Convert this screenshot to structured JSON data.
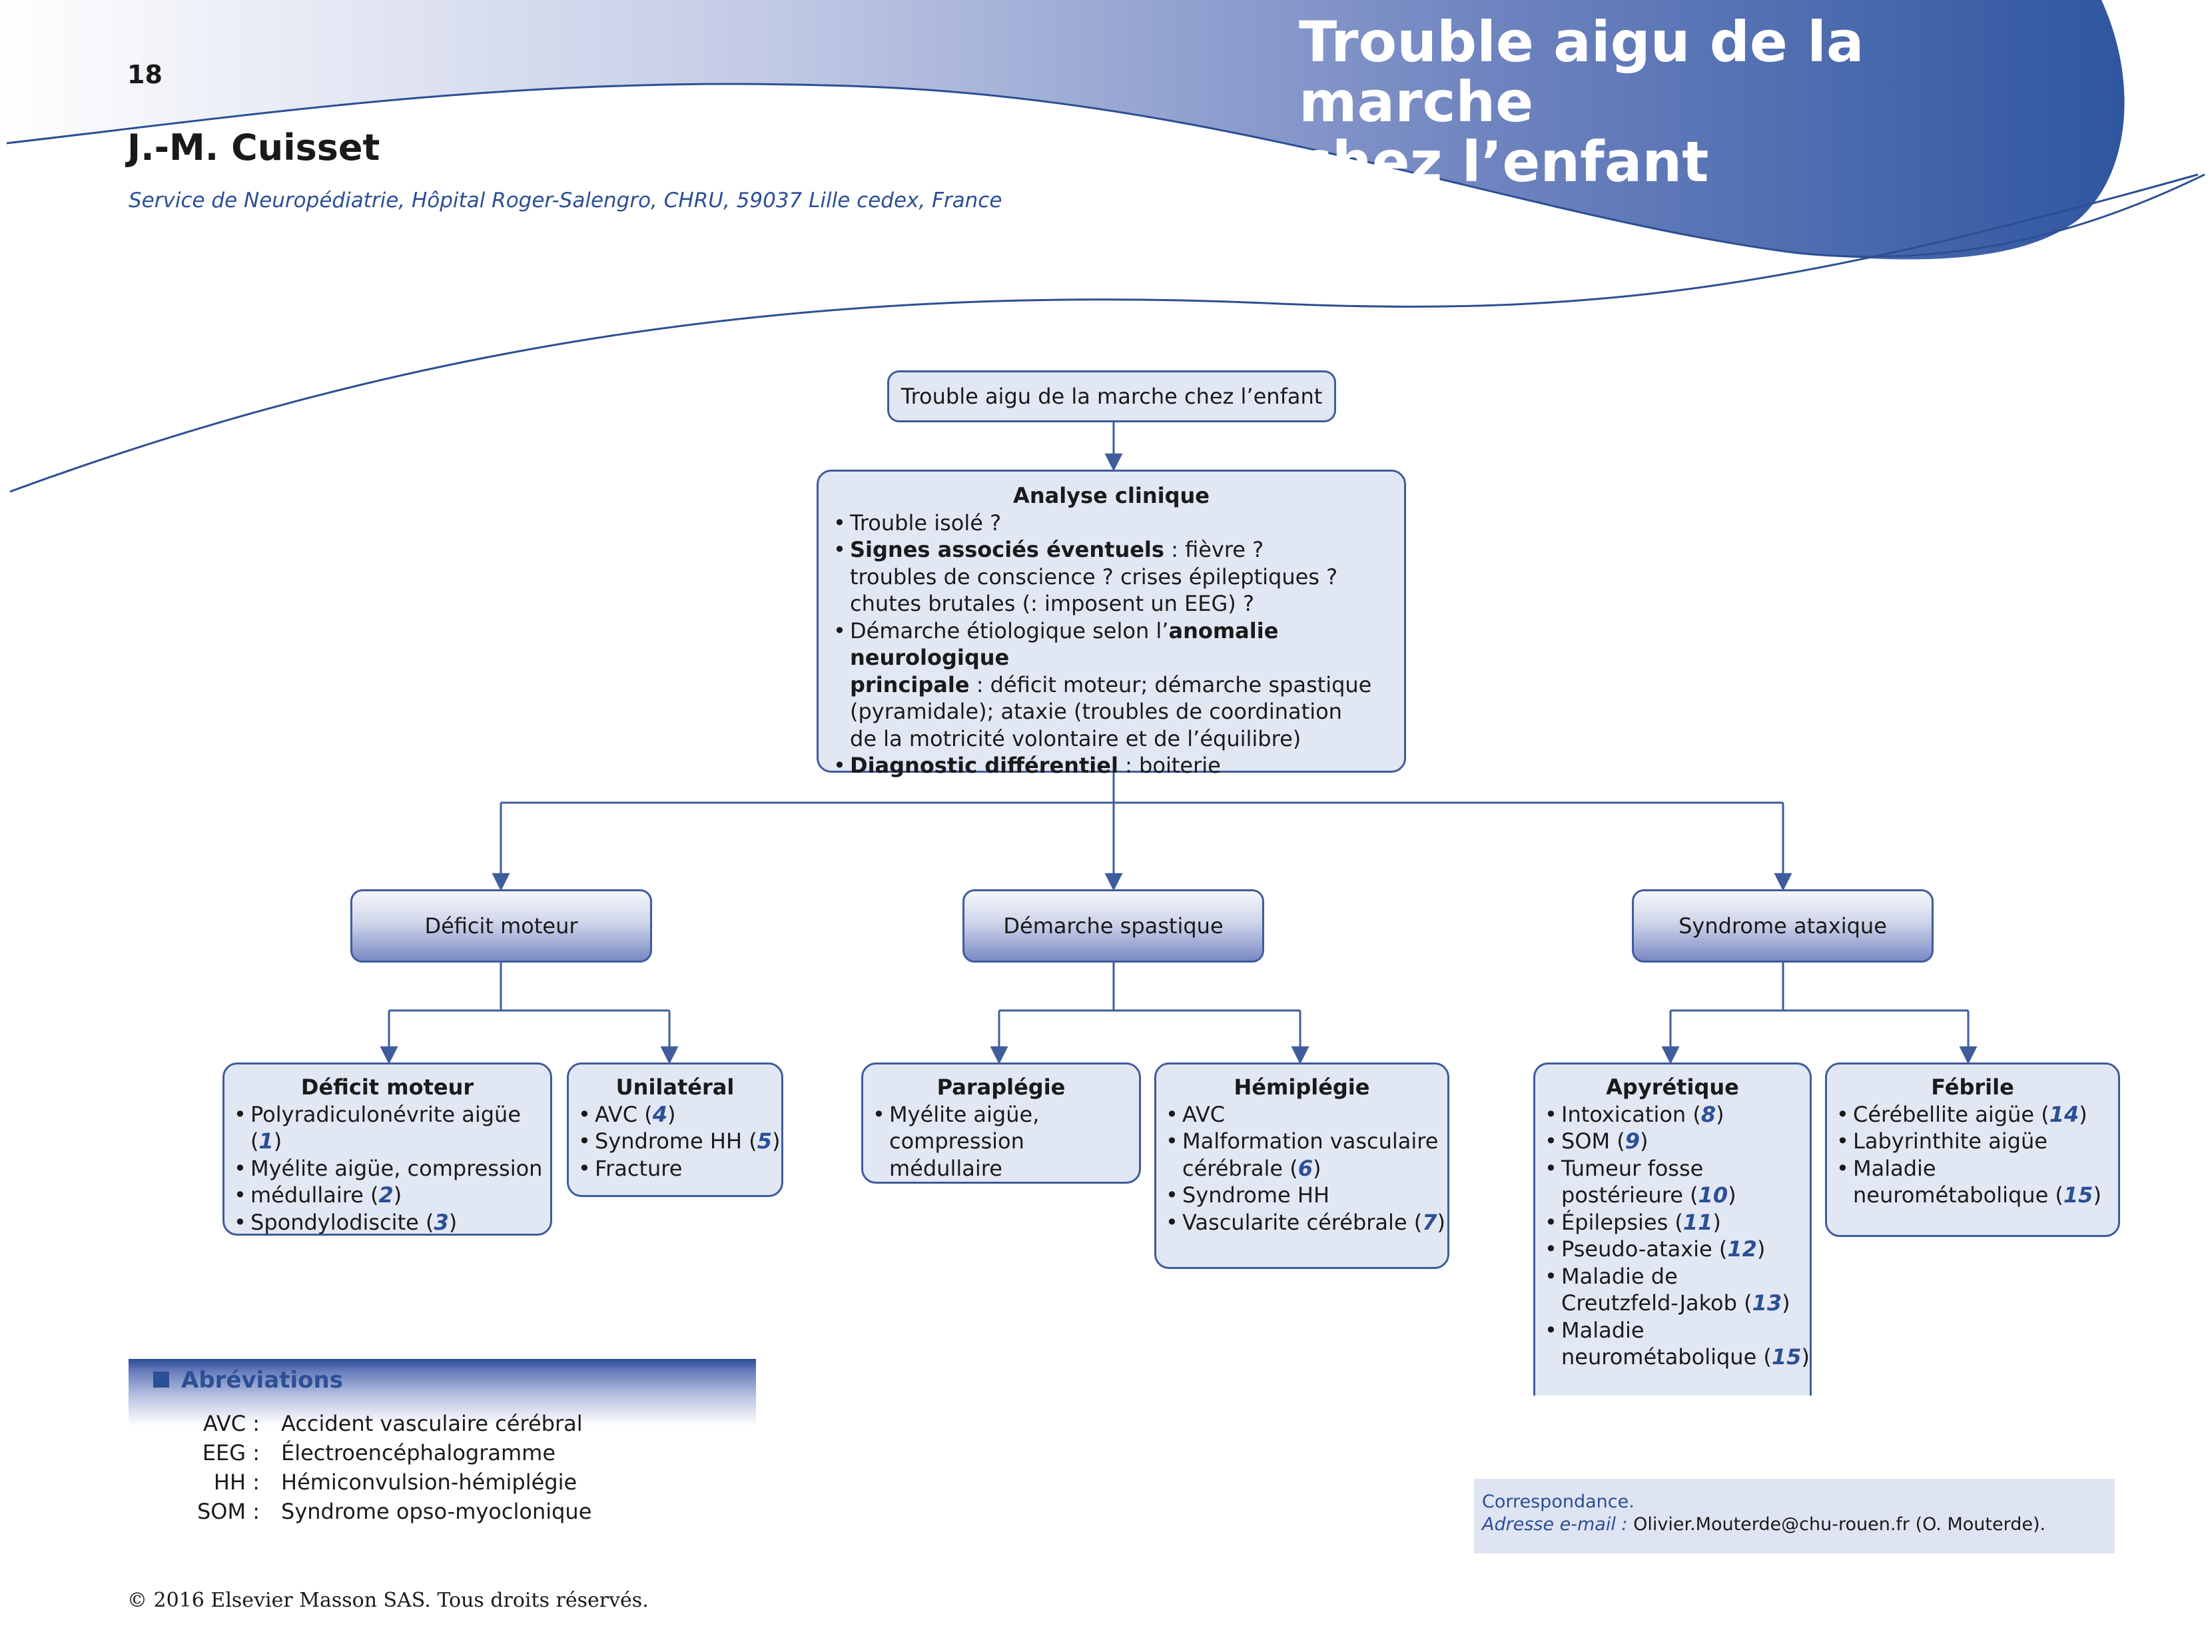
{
  "header": {
    "page_number": "18",
    "title_line1": "Trouble aigu de la marche",
    "title_line2": "chez l’enfant",
    "author": "J.-M. Cuisset",
    "affiliation": "Service de Neuropédiatrie, Hôpital Roger-Salengro, CHRU, 59037 Lille cedex, France"
  },
  "colors": {
    "accent": "#2c4f95",
    "box_fill": "#e2e7f4",
    "box_border": "#3f5c9c"
  },
  "flowchart": {
    "root": "Trouble aigu de la marche chez l’enfant",
    "analysis": {
      "title": "Analyse clinique",
      "item1": "Trouble isolé ?",
      "item2_bold": "Signes associés éventuels",
      "item2_rest": " : fièvre ?",
      "item2_line2": "troubles de conscience ? crises épileptiques ?",
      "item2_line3": "chutes brutales (: imposent un EEG) ?",
      "item3_pre": "Démarche étiologique selon l’",
      "item3_bold1": "anomalie neurologique",
      "item3_bold2": "principale",
      "item3_rest": " : déficit moteur; démarche spastique",
      "item3_line3": "(pyramidale); ataxie (troubles de coordination",
      "item3_line4": "de la motricité volontaire et de l’équilibre)",
      "item4_bold": "Diagnostic différentiel",
      "item4_rest": " : boiterie"
    },
    "categories": [
      "Déficit moteur",
      "Démarche spastique",
      "Syndrome ataxique"
    ],
    "deficit_moteur": {
      "title": "Déficit moteur",
      "i1": "Polyradiculonévrite aigüe (",
      "i1_ref": "1",
      "i2": "Myélite aigüe, compression",
      "i3": "médullaire (",
      "i3_ref": "2",
      "i4": "Spondylodiscite (",
      "i4_ref": "3"
    },
    "unilateral": {
      "title": "Unilatéral",
      "i1": "AVC (",
      "i1_ref": "4",
      "i2": "Syndrome HH (",
      "i2_ref": "5",
      "i3": "Fracture"
    },
    "paraplegie": {
      "title": "Paraplégie",
      "i1": "Myélite aigüe,",
      "i1_cont": "compression médullaire"
    },
    "hemiplegie": {
      "title": "Hémiplégie",
      "i1": "AVC",
      "i2": "Malformation vasculaire",
      "i2_cont": "cérébrale (",
      "i2_ref": "6",
      "i3": "Syndrome HH",
      "i4": "Vascularite cérébrale (",
      "i4_ref": "7"
    },
    "apyretique": {
      "title": "Apyrétique",
      "i1": "Intoxication (",
      "i1_ref": "8",
      "i2": "SOM (",
      "i2_ref": "9",
      "i3": "Tumeur fosse",
      "i3_cont": "postérieure (",
      "i3_ref": "10",
      "i4": "Épilepsies (",
      "i4_ref": "11",
      "i5": "Pseudo-ataxie (",
      "i5_ref": "12",
      "i6": "Maladie de",
      "i6_cont": "Creutzfeld-Jakob (",
      "i6_ref": "13",
      "i7": "Maladie",
      "i7_cont": "neurométabolique (",
      "i7_ref": "15"
    },
    "febrile": {
      "title": "Fébrile",
      "i1": "Cérébellite aigüe (",
      "i1_ref": "14",
      "i2": "Labyrinthite aigüe",
      "i3": "Maladie",
      "i3_cont": "neurométabolique (",
      "i3_ref": "15"
    }
  },
  "abbreviations": {
    "title": "Abréviations",
    "items": [
      {
        "abbr": "AVC :",
        "full": "Accident vasculaire cérébral"
      },
      {
        "abbr": "EEG :",
        "full": "Électroencéphalogramme"
      },
      {
        "abbr": "HH :",
        "full": "Hémiconvulsion-hémiplégie"
      },
      {
        "abbr": "SOM :",
        "full": "Syndrome opso-myoclonique"
      }
    ]
  },
  "correspondence": {
    "heading": "Correspondance.",
    "email_label": "Adresse e-mail :",
    "email_value": " Olivier.Mouterde@chu-rouen.fr (O. Mouterde)."
  },
  "footer": {
    "copyright": "© 2016 Elsevier Masson SAS. Tous droits réservés."
  }
}
